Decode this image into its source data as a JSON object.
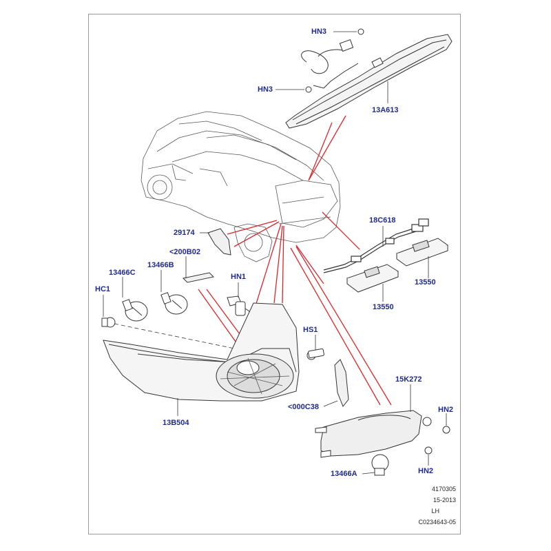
{
  "diagram": {
    "callouts": {
      "hn3_top": "HN3",
      "hn3_mid": "HN3",
      "p13a613": "13A613",
      "p18c618": "18C618",
      "p29174": "29174",
      "p200b02": "<200B02",
      "p13466c": "13466C",
      "p13466b": "13466B",
      "hn1": "HN1",
      "hc1": "HC1",
      "p13550_a": "13550",
      "p13550_b": "13550",
      "hs1": "HS1",
      "p15k272": "15K272",
      "p000c38": "<000C38",
      "hn2_top": "HN2",
      "hn2_bottom": "HN2",
      "p13b504": "13B504",
      "p13466a": "13466A"
    },
    "footer": {
      "code": "4170305",
      "date": "15-2013",
      "side": "LH",
      "ref": "C0234643-05"
    },
    "colors": {
      "callout_text": "#1f2a8c",
      "leader_red": "#d8262b",
      "line_art": "#333333"
    }
  }
}
